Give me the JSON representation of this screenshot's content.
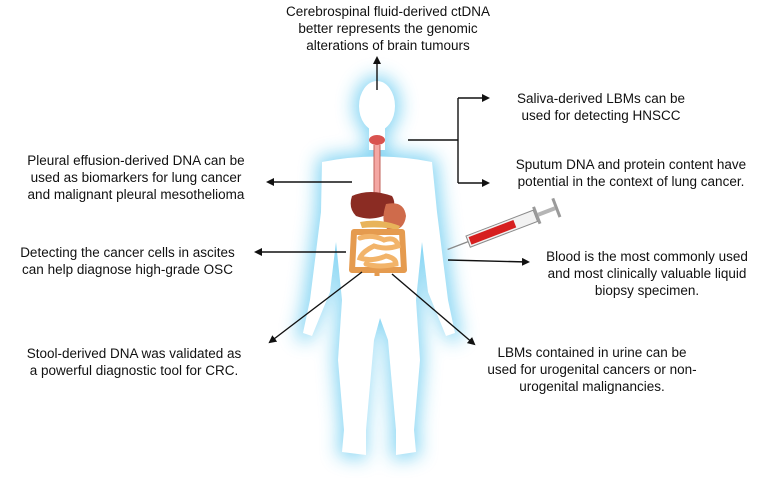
{
  "labels": {
    "csf": "Cerebrospinal fluid-derived ctDNA\nbetter represents the genomic\nalterations of brain tumours",
    "saliva": "Saliva-derived LBMs can be\nused for detecting HNSCC",
    "sputum": "Sputum DNA and protein content have\npotential in the context of lung cancer.",
    "pleural": "Pleural effusion-derived DNA can be\nused as biomarkers for lung cancer\nand malignant pleural mesothelioma",
    "ascites": "Detecting the cancer cells in ascites\ncan help diagnose high-grade OSC",
    "blood": "Blood is the most commonly used\nand most clinically valuable liquid\nbiopsy specimen.",
    "stool": "Stool-derived DNA was validated as\na powerful diagnostic tool for CRC.",
    "urine": "LBMs contained in urine  can be\nused for urogenital cancers or non-\nurogenital malignancies."
  },
  "colors": {
    "glow": "#7fd3f3",
    "body": "#ffffff",
    "arrow": "#111111",
    "blood": "#d61f1f",
    "liver": "#8b2c23",
    "intestine": "#f2b46a"
  },
  "icons": [
    "human-body-silhouette",
    "organs",
    "syringe-icon"
  ]
}
